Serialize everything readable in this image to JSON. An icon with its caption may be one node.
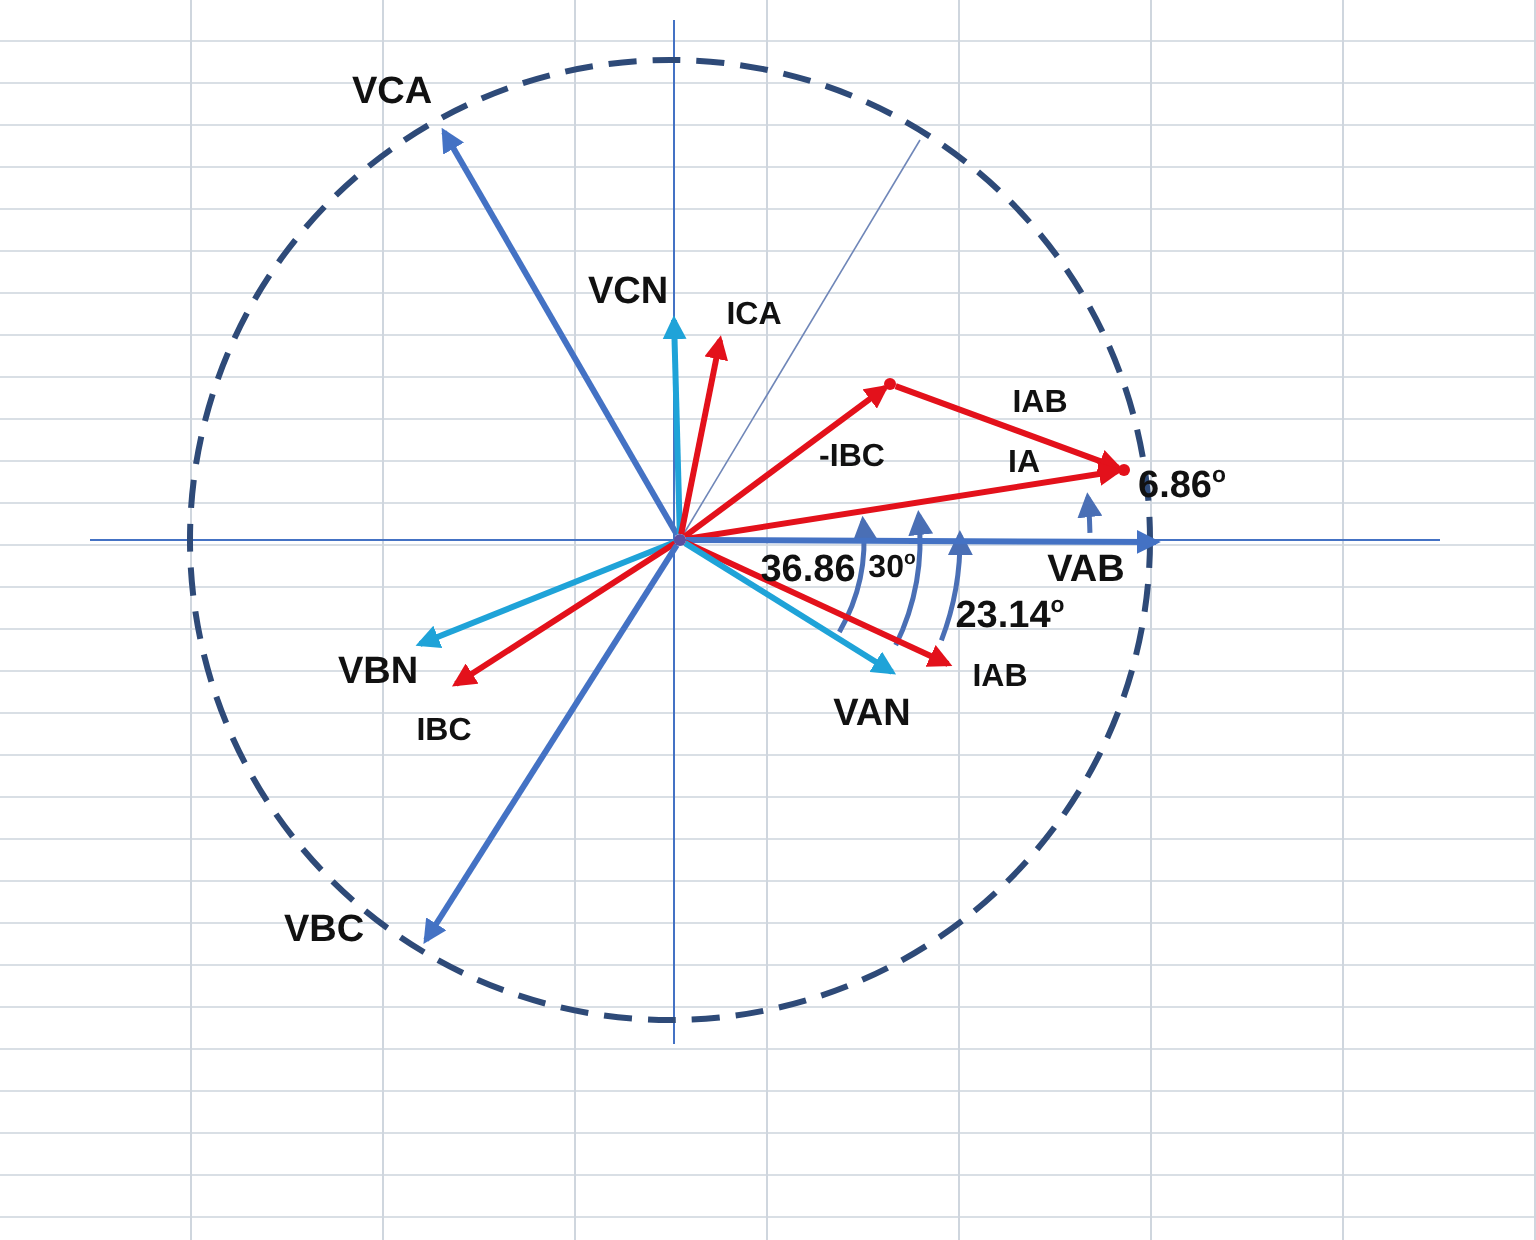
{
  "diagram": {
    "nodes": [
      {
        "text": [],
        "shape": "point"
      },
      {
        "text": [],
        "shape": "point"
      },
      {
        "text": [],
        "shape": "point"
      }
    ],
    "edges": [
      {
        "from": 0,
        "to": null,
        "arrow": "to",
        "label": "VCA",
        "color": "#4472c4"
      },
      {
        "from": 0,
        "to": null,
        "arrow": "to",
        "label": "VCN",
        "color": "#1fa3d8"
      },
      {
        "from": 0,
        "to": null,
        "arrow": "to",
        "label": "ICA"
      },
      {
        "from": 0,
        "to": 1,
        "arrow": "to",
        "label": "-IBC"
      },
      {
        "from": 1,
        "to": 2,
        "arrow": "to",
        "label": "IAB"
      },
      {
        "from": 0,
        "to": 2,
        "arrow": "to",
        "label": "IA"
      },
      {
        "from": 0,
        "to": null,
        "arrow": "to",
        "label": "VAB",
        "color": "#4472c4"
      },
      {
        "from": 0,
        "to": null,
        "arrow": "to",
        "label": "IAB"
      },
      {
        "from": 0,
        "to": null,
        "arrow": "to",
        "label": "VAN",
        "color": "#1fa3d8"
      },
      {
        "from": 0,
        "to": null,
        "arrow": "to",
        "label": "VBN",
        "color": "#1fa3d8"
      },
      {
        "from": 0,
        "to": null,
        "arrow": "to",
        "label": "IBC"
      },
      {
        "from": 0,
        "to": null,
        "arrow": "to",
        "label": "VBC",
        "color": "#4472c4"
      }
    ],
    "labels": [
      "6.86$^{o}$",
      "36.86",
      "30$^{o}$",
      "23.14$^{o}$"
    ]
  }
}
